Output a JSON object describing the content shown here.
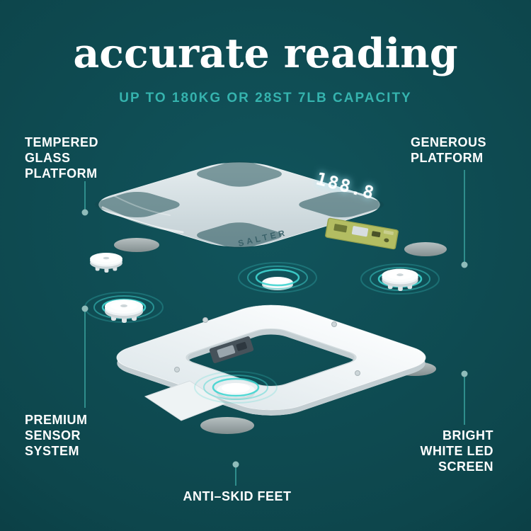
{
  "header": {
    "title": "accurate reading",
    "subtitle": "UP TO 180KG OR 28ST 7LB CAPACITY"
  },
  "callouts": {
    "tempered_glass": {
      "line1": "TEMPERED",
      "line2": "GLASS",
      "line3": "PLATFORM"
    },
    "generous": {
      "line1": "GENEROUS",
      "line2": "PLATFORM"
    },
    "premium_sensor": {
      "line1": "PREMIUM",
      "line2": "SENSOR",
      "line3": "SYSTEM"
    },
    "led_screen": {
      "line1": "BRIGHT",
      "line2": "WHITE LED",
      "line3": "SCREEN"
    },
    "anti_skid": {
      "line1": "ANTI–SKID FEET"
    }
  },
  "illustration": {
    "led_value": "188.8",
    "brand_mark": "SALTER"
  },
  "colors": {
    "background": "#0d464c",
    "accent": "#35b3ae",
    "leader_line": "#2f8e8c",
    "glow": "#3fd4cf",
    "text": "#ffffff"
  }
}
